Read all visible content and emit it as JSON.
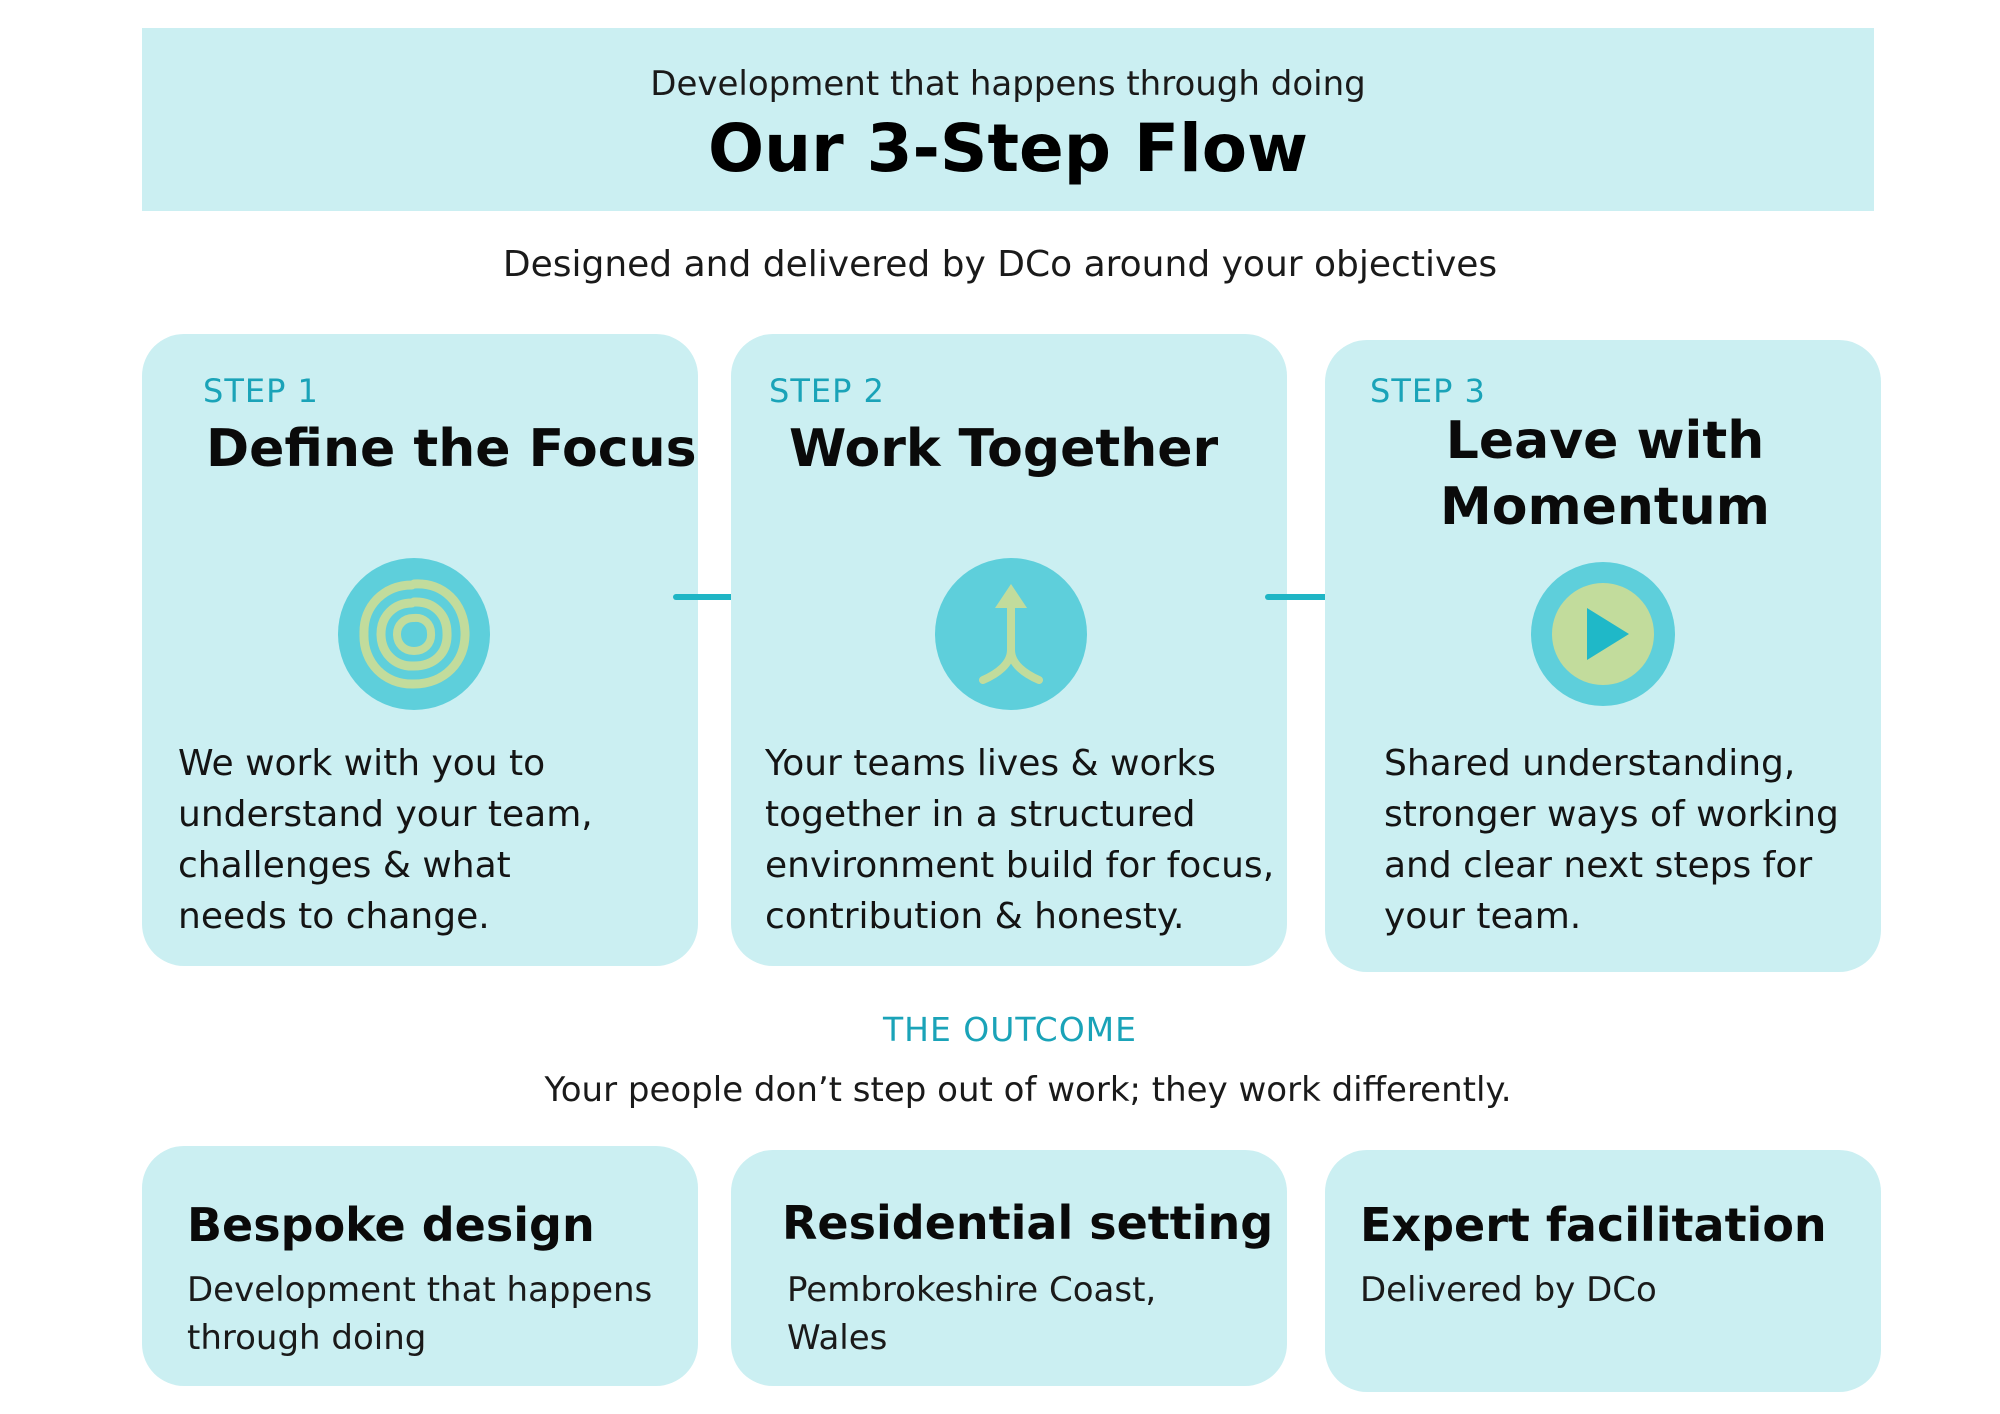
{
  "header": {
    "subtitle": "Development that happens through doing",
    "title": "Our 3-Step Flow"
  },
  "tagline": "Designed and delivered by DCo around your objectives",
  "steps": [
    {
      "label": "STEP 1",
      "title": "Define the Focus",
      "icon": "target-rings-icon",
      "body": [
        "We work with you to",
        "understand your team,",
        "challenges & what",
        "needs to change."
      ]
    },
    {
      "label": "STEP 2",
      "title": "Work Together",
      "icon": "merge-arrow-icon",
      "body": [
        "Your teams lives & works",
        "together in a structured",
        "environment build for focus,",
        "contribution & honesty."
      ]
    },
    {
      "label": "STEP 3",
      "title": [
        "Leave with",
        "Momentum"
      ],
      "icon": "play-icon",
      "body": [
        "Shared understanding,",
        "stronger ways of working",
        "and clear next steps for",
        "your team."
      ]
    }
  ],
  "outcome": {
    "label": "THE OUTCOME",
    "text": "Your people don’t step out of work; they work differently."
  },
  "features": [
    {
      "title": "Bespoke design",
      "body": [
        "Development that happens",
        "through doing"
      ]
    },
    {
      "title": "Residential setting",
      "body": [
        "Pembrokeshire Coast,",
        "Wales"
      ]
    },
    {
      "title": "Expert facilitation",
      "body": [
        "Delivered by DCo"
      ]
    }
  ],
  "colors": {
    "card": "#cbeff2",
    "accent": "#1aa3b8",
    "icon_circle": "#5ecfdb",
    "icon_mark": "#c2dc9c"
  }
}
